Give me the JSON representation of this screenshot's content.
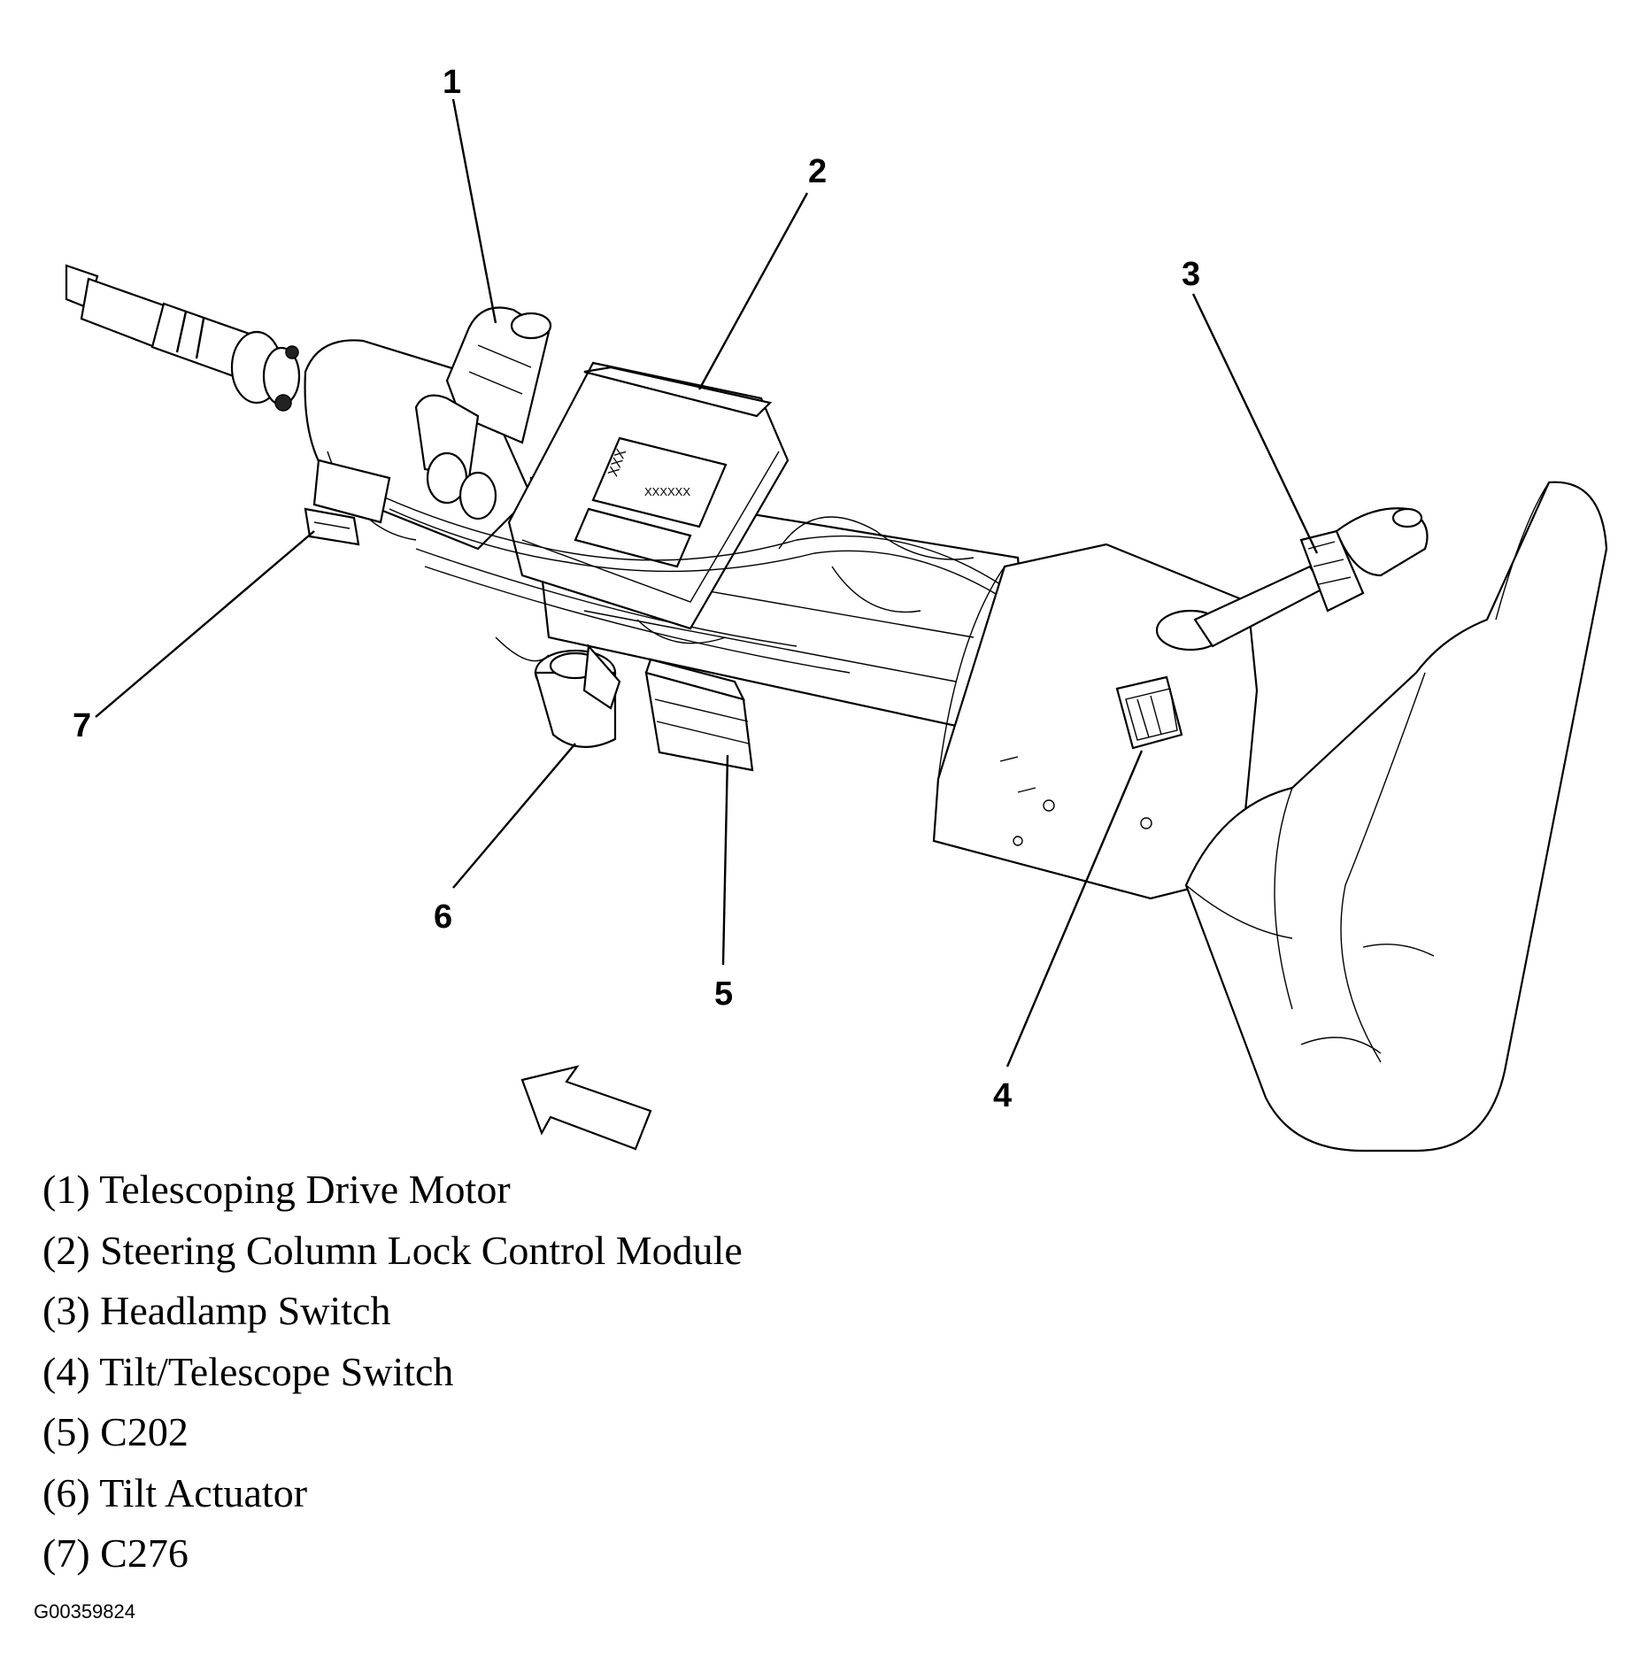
{
  "callouts": [
    "1",
    "2",
    "3",
    "4",
    "5",
    "6",
    "7"
  ],
  "legend": [
    "(1) Telescoping Drive Motor",
    "(2) Steering Column Lock Control Module",
    "(3) Headlamp Switch",
    "(4) Tilt/Telescope Switch",
    "(5) C202",
    "(6) Tilt Actuator",
    "(7) C276"
  ],
  "figure_id": "G00359824",
  "module_label": {
    "line1": "XXX",
    "line2": "XXXXXX"
  }
}
